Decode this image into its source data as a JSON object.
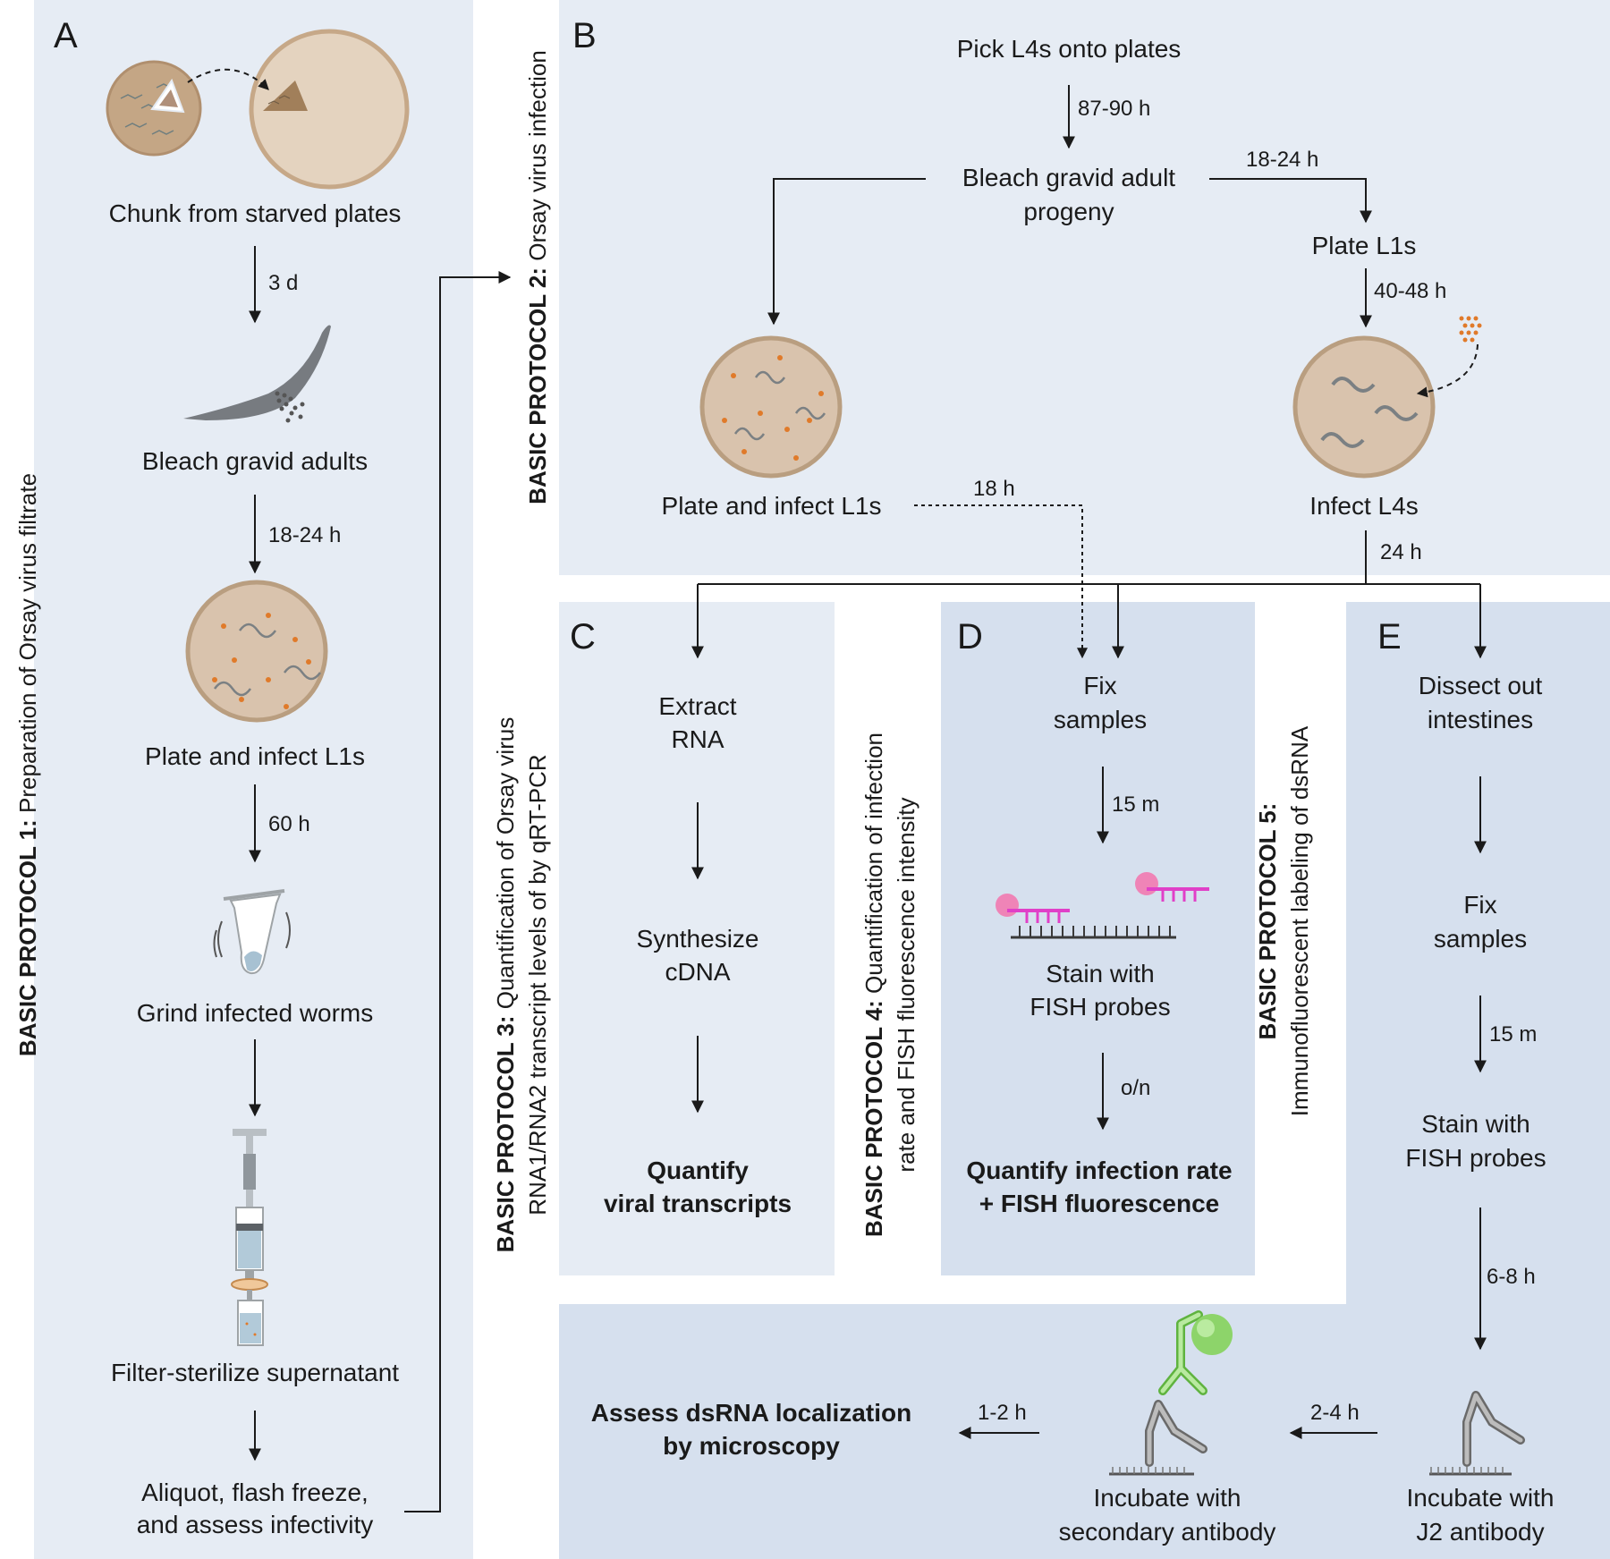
{
  "panels": {
    "A": {
      "letter": "A",
      "title_bold": "BASIC PROTOCOL 1:",
      "title_rest": " Preparation of Orsay virus filtrate",
      "steps": [
        "Chunk from starved plates",
        "Bleach gravid adults",
        "Plate and infect L1s",
        "Grind infected worms",
        "Filter-sterilize supernatant",
        "Aliquot, flash freeze,",
        "and assess infectivity"
      ],
      "times": [
        "3 d",
        "18-24 h",
        "60 h"
      ]
    },
    "B": {
      "letter": "B",
      "title_bold": "BASIC PROTOCOL 2:",
      "title_rest": " Orsay virus infection",
      "pick": "Pick L4s onto plates",
      "t1": "87-90 h",
      "bleach1": "Bleach gravid adult",
      "bleach2": "progeny",
      "t2": "18-24 h",
      "plate_l1": "Plate L1s",
      "t3": "40-48 h",
      "plate_infect": "Plate and infect L1s",
      "t4": "18 h",
      "infect_l4": "Infect L4s",
      "t5": "24 h"
    },
    "C": {
      "letter": "C",
      "title_bold": "BASIC PROTOCOL 3:",
      "title_rest": " Quantification of Orsay virus",
      "title_line2": "RNA1/RNA2 transcript levels of by qRT-PCR",
      "s1a": "Extract",
      "s1b": "RNA",
      "s2a": "Synthesize",
      "s2b": "cDNA",
      "s3a": "Quantify",
      "s3b": "viral transcripts"
    },
    "D": {
      "letter": "D",
      "title_bold": "BASIC PROTOCOL 4:",
      "title_rest": " Quantification of infection",
      "title_line2": "rate and FISH fluorescence intensity",
      "s1a": "Fix",
      "s1b": "samples",
      "t1": "15 m",
      "s2a": "Stain with",
      "s2b": "FISH probes",
      "t2": "o/n",
      "s3a": "Quantify infection rate",
      "s3b": "+ FISH fluorescence"
    },
    "E": {
      "letter": "E",
      "title_bold": "BASIC PROTOCOL 5:",
      "title_line2": "Immunofluorescent labeling of dsRNA",
      "s1a": "Dissect out",
      "s1b": "intestines",
      "s2a": "Fix",
      "s2b": "samples",
      "t1": "15 m",
      "s3a": "Stain with",
      "s3b": "FISH probes",
      "t2": "6-8 h",
      "s4a": "Incubate with",
      "s4b": "J2 antibody",
      "t3": "2-4 h",
      "s5a": "Incubate with",
      "s5b": "secondary antibody",
      "t4": "1-2 h",
      "s6a": "Assess dsRNA localization",
      "s6b": "by microscopy"
    }
  },
  "colors": {
    "panel_light": "#e6ecf4",
    "panel_dark": "#d6e0ee",
    "plate_fill": "#d9c3ad",
    "plate_rim": "#b99e80",
    "dot_orange": "#e07a2a",
    "probe_magenta": "#e040c8",
    "antibody_green": "#8dd46a",
    "antibody_gray": "#8a8a8a"
  }
}
